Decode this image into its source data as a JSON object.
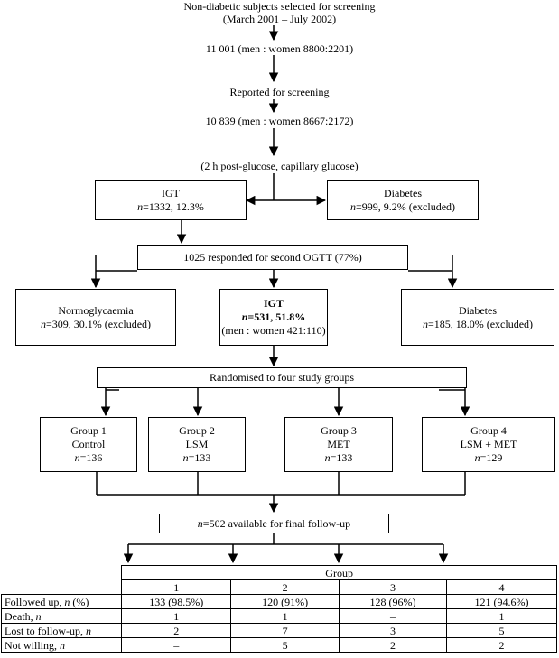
{
  "header": {
    "line1": "Non-diabetic subjects selected for screening",
    "line2": "(March 2001 – July 2002)"
  },
  "selected": "11 001 (men : women 8800:2201)",
  "reported_label": "Reported for screening",
  "reported": "10 839 (men : women 8667:2172)",
  "test_label": "(2 h post-glucose, capillary glucose)",
  "screen_igt": {
    "title": "IGT",
    "n": "n",
    "stat": "=1332, 12.3%"
  },
  "screen_diabetes": {
    "title": "Diabetes",
    "n": "n",
    "stat": "=999, 9.2% (excluded)"
  },
  "second_ogtt": "1025 responded for second OGTT (77%)",
  "normo": {
    "title": "Normoglycaemia",
    "n": "n",
    "stat": "=309, 30.1% (excluded)"
  },
  "igt2": {
    "title": "IGT",
    "n": "n",
    "stat": "=531, 51.8%",
    "sub": "(men : women 421:110)"
  },
  "diab2": {
    "title": "Diabetes",
    "n": "n",
    "stat": "=185, 18.0% (excluded)"
  },
  "randomised": "Randomised to four study groups",
  "groups": [
    {
      "title": "Group 1",
      "name": "Control",
      "n": "n",
      "stat": "=136"
    },
    {
      "title": "Group 2",
      "name": "LSM",
      "n": "n",
      "stat": "=133"
    },
    {
      "title": "Group 3",
      "name": "MET",
      "n": "n",
      "stat": "=133"
    },
    {
      "title": "Group 4",
      "name": "LSM + MET",
      "n": "n",
      "stat": "=129"
    }
  ],
  "final": {
    "n": "n",
    "stat": "=502 available for final follow-up"
  },
  "table": {
    "group_header": "Group",
    "cols": [
      "1",
      "2",
      "3",
      "4"
    ],
    "rows": [
      {
        "label": "Followed up, ",
        "n": "n",
        "suffix": " (%)",
        "values": [
          "133 (98.5%)",
          "120 (91%)",
          "128 (96%)",
          "121 (94.6%)"
        ]
      },
      {
        "label": "Death, ",
        "n": "n",
        "suffix": "",
        "values": [
          "1",
          "1",
          "–",
          "1"
        ]
      },
      {
        "label": "Lost to follow-up, ",
        "n": "n",
        "suffix": "",
        "values": [
          "2",
          "7",
          "3",
          "5"
        ]
      },
      {
        "label": "Not willing, ",
        "n": "n",
        "suffix": "",
        "values": [
          "–",
          "5",
          "2",
          "2"
        ]
      }
    ]
  }
}
